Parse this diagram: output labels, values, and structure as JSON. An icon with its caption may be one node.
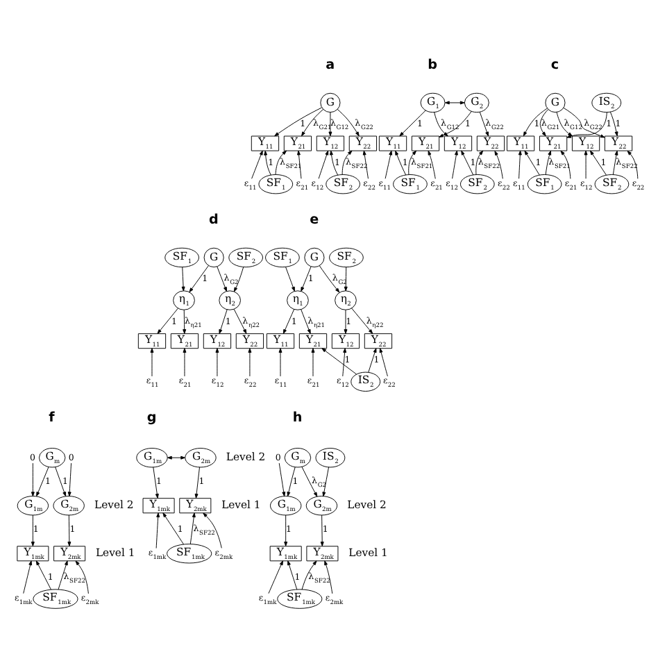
{
  "diagram": {
    "nodes": [
      {
        "text": [
          "G"
        ]
      },
      {
        "text": [
          "Y$_{11}$"
        ]
      },
      {
        "text": [
          "Y$_{21}$"
        ]
      },
      {
        "text": [
          "Y$_{12}$"
        ]
      },
      {
        "text": [
          "Y$_{22}$"
        ]
      },
      {
        "text": [
          "ε$_{11}$"
        ]
      },
      {
        "text": [
          "ε$_{21}$"
        ]
      },
      {
        "text": [
          "ε$_{12}$"
        ]
      },
      {
        "text": [
          "ε$_{22}$"
        ]
      },
      {
        "text": [
          "SF$_{1}$"
        ]
      },
      {
        "text": [
          "SF$_{2}$"
        ]
      },
      {
        "text": [
          "G$_{1}$"
        ]
      },
      {
        "text": [
          "G$_{2}$"
        ]
      },
      {
        "text": [
          "Y$_{11}$"
        ]
      },
      {
        "text": [
          "Y$_{21}$"
        ]
      },
      {
        "text": [
          "Y$_{12}$"
        ]
      },
      {
        "text": [
          "Y$_{22}$"
        ]
      },
      {
        "text": [
          "ε$_{11}$"
        ]
      },
      {
        "text": [
          "ε$_{21}$"
        ]
      },
      {
        "text": [
          "ε$_{12}$"
        ]
      },
      {
        "text": [
          "ε$_{22}$"
        ]
      },
      {
        "text": [
          "SF$_{1}$"
        ]
      },
      {
        "text": [
          "SF$_{2}$"
        ]
      },
      {
        "text": [
          "G"
        ]
      },
      {
        "text": [
          "IS$_{2}$"
        ]
      },
      {
        "text": [
          "Y$_{11}$"
        ]
      },
      {
        "text": [
          "Y$_{21}$"
        ]
      },
      {
        "text": [
          "Y$_{12}$"
        ]
      },
      {
        "text": [
          "Y$_{22}$"
        ]
      },
      {
        "text": [
          "ε$_{11}$"
        ]
      },
      {
        "text": [
          "ε$_{21}$"
        ]
      },
      {
        "text": [
          "ε$_{12}$"
        ]
      },
      {
        "text": [
          "ε$_{22}$"
        ]
      },
      {
        "text": [
          "SF$_{1}$"
        ]
      },
      {
        "text": [
          "SF$_{2}$"
        ]
      },
      {
        "text": [
          "G"
        ]
      },
      {
        "text": [
          "SF$_{1}$"
        ]
      },
      {
        "text": [
          "SF$_{2}$"
        ]
      },
      {
        "text": [
          "η$_{1}$"
        ]
      },
      {
        "text": [
          "η$_{2}$"
        ]
      },
      {
        "text": [
          "Y$_{11}$"
        ]
      },
      {
        "text": [
          "Y$_{21}$"
        ]
      },
      {
        "text": [
          "Y$_{12}$"
        ]
      },
      {
        "text": [
          "Y$_{22}$"
        ]
      },
      {
        "text": [
          "ε$_{11}$"
        ]
      },
      {
        "text": [
          "ε$_{21}$"
        ]
      },
      {
        "text": [
          "ε$_{12}$"
        ]
      },
      {
        "text": [
          "ε$_{22}$"
        ]
      },
      {
        "text": [
          "G"
        ]
      },
      {
        "text": [
          "SF$_{1}$"
        ]
      },
      {
        "text": [
          "SF$_{2}$"
        ]
      },
      {
        "text": [
          "η$_{1}$"
        ]
      },
      {
        "text": [
          "η$_{2}$"
        ]
      },
      {
        "text": [
          "Y$_{11}$"
        ]
      },
      {
        "text": [
          "Y$_{21}$"
        ]
      },
      {
        "text": [
          "Y$_{12}$"
        ]
      },
      {
        "text": [
          "Y$_{22}$"
        ]
      },
      {
        "text": [
          "ε$_{11}$"
        ]
      },
      {
        "text": [
          "ε$_{21}$"
        ]
      },
      {
        "text": [
          "ε$_{12}$"
        ]
      },
      {
        "text": [
          "ε$_{22}$"
        ]
      },
      {
        "text": [
          "IS$_{2}$"
        ]
      },
      {
        "text": [
          "G$_{m}$"
        ]
      },
      {
        "text": [
          "0"
        ]
      },
      {
        "text": [
          "0"
        ]
      },
      {
        "text": [
          "G$_{1m}$"
        ]
      },
      {
        "text": [
          "G$_{2m}$"
        ]
      },
      {
        "text": [
          "Y$_{1mk}$"
        ]
      },
      {
        "text": [
          "Y$_{2mk}$"
        ]
      },
      {
        "text": [
          "ε$_{1mk}$"
        ]
      },
      {
        "text": [
          "ε$_{2mk}$"
        ]
      },
      {
        "text": [
          "SF$_{1mk}$"
        ]
      },
      {
        "text": [
          "G$_{1m}$"
        ]
      },
      {
        "text": [
          "G$_{2m}$"
        ]
      },
      {
        "text": [
          "Y$_{1mk}$"
        ]
      },
      {
        "text": [
          "Y$_{2mk}$"
        ]
      },
      {
        "text": [
          "ε$_{1mk}$"
        ]
      },
      {
        "text": [
          "ε$_{2mk}$"
        ]
      },
      {
        "text": [
          "SF$_{1mk}$"
        ]
      },
      {
        "text": [
          "G$_{m}$"
        ]
      },
      {
        "text": [
          "0"
        ]
      },
      {
        "text": [
          "IS$_{2}$"
        ]
      },
      {
        "text": [
          "G$_{1m}$"
        ]
      },
      {
        "text": [
          "G$_{2m}$"
        ]
      },
      {
        "text": [
          "Y$_{1mk}$"
        ]
      },
      {
        "text": [
          "Y$_{2mk}$"
        ]
      },
      {
        "text": [
          "ε$_{1mk}$"
        ]
      },
      {
        "text": [
          "ε$_{2mk}$"
        ]
      },
      {
        "text": [
          "SF$_{1mk}$"
        ]
      }
    ],
    "edges": [
      {
        "from": 0,
        "to": 1,
        "arrow": "to",
        "label": "1"
      },
      {
        "from": 0,
        "to": 2,
        "arrow": "to",
        "label": "λ$_{G21}$"
      },
      {
        "from": 0,
        "to": 3,
        "arrow": "to",
        "label": "λ$_{G12}$"
      },
      {
        "from": 0,
        "to": 4,
        "arrow": "to",
        "label": "λ$_{G22}$"
      },
      {
        "from": 5,
        "to": 1,
        "arrow": "to"
      },
      {
        "from": 6,
        "to": 2,
        "arrow": "to"
      },
      {
        "from": 7,
        "to": 3,
        "arrow": "to"
      },
      {
        "from": 8,
        "to": 4,
        "arrow": "to"
      },
      {
        "from": 9,
        "to": 1,
        "arrow": "to",
        "label": "1"
      },
      {
        "from": 9,
        "to": 2,
        "arrow": "to",
        "label": "λ$_{SF21}$"
      },
      {
        "from": 10,
        "to": 3,
        "arrow": "to",
        "label": "1"
      },
      {
        "from": 10,
        "to": 4,
        "arrow": "to",
        "label": "λ$_{SF22}$"
      },
      {
        "from": 11,
        "to": 12,
        "arrow": "both"
      },
      {
        "from": 11,
        "to": 13,
        "arrow": "to",
        "label": "1"
      },
      {
        "from": 12,
        "to": 14,
        "arrow": "to",
        "label": "1"
      },
      {
        "from": 11,
        "to": 15,
        "arrow": "to",
        "label": "λ$_{G12}$"
      },
      {
        "from": 12,
        "to": 16,
        "arrow": "to",
        "label": "λ$_{G22}$"
      },
      {
        "from": 17,
        "to": 13,
        "arrow": "to"
      },
      {
        "from": 18,
        "to": 14,
        "arrow": "to"
      },
      {
        "from": 19,
        "to": 15,
        "arrow": "to"
      },
      {
        "from": 20,
        "to": 16,
        "arrow": "to"
      },
      {
        "from": 21,
        "to": 13,
        "arrow": "to",
        "label": "1"
      },
      {
        "from": 21,
        "to": 14,
        "arrow": "to",
        "label": "λ$_{SF21}$"
      },
      {
        "from": 22,
        "to": 15,
        "arrow": "to",
        "label": "1"
      },
      {
        "from": 22,
        "to": 16,
        "arrow": "to",
        "label": "λ$_{SF22}$"
      },
      {
        "from": 23,
        "to": 25,
        "arrow": "to",
        "label": "1"
      },
      {
        "from": 23,
        "to": 26,
        "arrow": "to",
        "label": "λ$_{G21}$"
      },
      {
        "from": 23,
        "to": 27,
        "arrow": "to",
        "label": "λ$_{G12}$"
      },
      {
        "from": 23,
        "to": 28,
        "arrow": "to",
        "label": "λ$_{G22}$"
      },
      {
        "from": 24,
        "to": 26,
        "arrow": "to",
        "label": "1"
      },
      {
        "from": 24,
        "to": 28,
        "arrow": "to",
        "label": "1"
      },
      {
        "from": 29,
        "to": 25,
        "arrow": "to"
      },
      {
        "from": 30,
        "to": 26,
        "arrow": "to"
      },
      {
        "from": 31,
        "to": 27,
        "arrow": "to"
      },
      {
        "from": 32,
        "to": 28,
        "arrow": "to"
      },
      {
        "from": 33,
        "to": 25,
        "arrow": "to",
        "label": "1"
      },
      {
        "from": 33,
        "to": 26,
        "arrow": "to",
        "label": "λ$_{SF21}$"
      },
      {
        "from": 34,
        "to": 27,
        "arrow": "to",
        "label": "1"
      },
      {
        "from": 34,
        "to": 28,
        "arrow": "to",
        "label": "λ$_{SF22}$"
      },
      {
        "from": 35,
        "to": 38,
        "arrow": "to",
        "label": "1"
      },
      {
        "from": 35,
        "to": 39,
        "arrow": "to",
        "label": "λ$_{G2}$"
      },
      {
        "from": 36,
        "to": 38,
        "arrow": "to"
      },
      {
        "from": 37,
        "to": 39,
        "arrow": "to"
      },
      {
        "from": 38,
        "to": 40,
        "arrow": "to",
        "label": "1"
      },
      {
        "from": 38,
        "to": 41,
        "arrow": "to",
        "label": "λ$_{η21}$"
      },
      {
        "from": 39,
        "to": 42,
        "arrow": "to",
        "label": "1"
      },
      {
        "from": 39,
        "to": 43,
        "arrow": "to",
        "label": "λ$_{η22}$"
      },
      {
        "from": 44,
        "to": 40,
        "arrow": "to"
      },
      {
        "from": 45,
        "to": 41,
        "arrow": "to"
      },
      {
        "from": 46,
        "to": 42,
        "arrow": "to"
      },
      {
        "from": 47,
        "to": 43,
        "arrow": "to"
      },
      {
        "from": 48,
        "to": 51,
        "arrow": "to",
        "label": "1"
      },
      {
        "from": 48,
        "to": 52,
        "arrow": "to",
        "label": "λ$_{G2}$"
      },
      {
        "from": 49,
        "to": 51,
        "arrow": "to"
      },
      {
        "from": 50,
        "to": 52,
        "arrow": "to"
      },
      {
        "from": 51,
        "to": 53,
        "arrow": "to",
        "label": "1"
      },
      {
        "from": 51,
        "to": 54,
        "arrow": "to",
        "label": "λ$_{η21}$"
      },
      {
        "from": 52,
        "to": 55,
        "arrow": "to",
        "label": "1"
      },
      {
        "from": 52,
        "to": 56,
        "arrow": "to",
        "label": "λ$_{η22}$"
      },
      {
        "from": 57,
        "to": 53,
        "arrow": "to"
      },
      {
        "from": 58,
        "to": 54,
        "arrow": "to"
      },
      {
        "from": 59,
        "to": 55,
        "arrow": "to"
      },
      {
        "from": 60,
        "to": 56,
        "arrow": "to"
      },
      {
        "from": 61,
        "to": 54,
        "arrow": "to",
        "label": "1"
      },
      {
        "from": 61,
        "to": 56,
        "arrow": "to",
        "label": "1"
      },
      {
        "from": 62,
        "to": 65,
        "arrow": "to",
        "label": "1"
      },
      {
        "from": 62,
        "to": 66,
        "arrow": "to",
        "label": "1"
      },
      {
        "from": 63,
        "to": 65,
        "arrow": "to"
      },
      {
        "from": 64,
        "to": 66,
        "arrow": "to"
      },
      {
        "from": 65,
        "to": 67,
        "arrow": "to",
        "label": "1"
      },
      {
        "from": 66,
        "to": 68,
        "arrow": "to",
        "label": "1"
      },
      {
        "from": 69,
        "to": 67,
        "arrow": "to"
      },
      {
        "from": 70,
        "to": 68,
        "arrow": "to"
      },
      {
        "from": 71,
        "to": 67,
        "arrow": "to",
        "label": "1"
      },
      {
        "from": 71,
        "to": 68,
        "arrow": "to",
        "label": "λ$_{SF22}$"
      },
      {
        "from": 72,
        "to": 73,
        "arrow": "both"
      },
      {
        "from": 72,
        "to": 74,
        "arrow": "to",
        "label": "1"
      },
      {
        "from": 73,
        "to": 75,
        "arrow": "to",
        "label": "1"
      },
      {
        "from": 76,
        "to": 74,
        "arrow": "to"
      },
      {
        "from": 77,
        "to": 75,
        "arrow": "to"
      },
      {
        "from": 78,
        "to": 74,
        "arrow": "to",
        "label": "1"
      },
      {
        "from": 78,
        "to": 75,
        "arrow": "to",
        "label": "λ$_{SF22}$"
      },
      {
        "from": 79,
        "to": 82,
        "arrow": "to",
        "label": "1"
      },
      {
        "from": 79,
        "to": 83,
        "arrow": "to",
        "label": "λ$_{G2}$"
      },
      {
        "from": 80,
        "to": 82,
        "arrow": "to"
      },
      {
        "from": 81,
        "to": 83,
        "arrow": "to"
      },
      {
        "from": 82,
        "to": 84,
        "arrow": "to",
        "label": "1"
      },
      {
        "from": 83,
        "to": 85,
        "arrow": "to",
        "label": "1"
      },
      {
        "from": 86,
        "to": 84,
        "arrow": "to"
      },
      {
        "from": 87,
        "to": 85,
        "arrow": "to"
      },
      {
        "from": 88,
        "to": 84,
        "arrow": "to",
        "label": "1"
      },
      {
        "from": 88,
        "to": 85,
        "arrow": "to",
        "label": "λ$_{SF22}$"
      }
    ],
    "labels": [
      "a",
      "b",
      "c",
      "d",
      "e",
      "f",
      "g",
      "h",
      "Level 2",
      "Level 2",
      "Level 2",
      "Level 1",
      "Level 1",
      "Level 1"
    ]
  }
}
